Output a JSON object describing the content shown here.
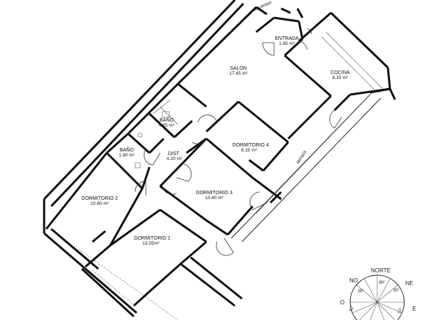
{
  "rooms": [
    {
      "id": "salon",
      "name": "SALÓN",
      "area": "17.45 m²"
    },
    {
      "id": "entrada",
      "name": "ENTRADA",
      "area": "1.65 m²"
    },
    {
      "id": "cocina",
      "name": "COCINA",
      "area": "8.15 m²"
    },
    {
      "id": "bano1",
      "name": "BAÑO",
      "area": "4.55 m²"
    },
    {
      "id": "dormitorio4",
      "name": "DORMITORIO 4",
      "area": "6.15 m²"
    },
    {
      "id": "bano2",
      "name": "BAÑO",
      "area": "1.90 m²"
    },
    {
      "id": "dist",
      "name": "DIST",
      "area": "4.20 m²"
    },
    {
      "id": "dormitorio2",
      "name": "DORMITORIO 2",
      "area": "10.60 m²"
    },
    {
      "id": "dormitorio3",
      "name": "DORMITORIO 3",
      "area": "10.40 m²"
    },
    {
      "id": "dormitorio1",
      "name": "DORMITORIO 1",
      "area": "13.55m²"
    }
  ],
  "labels": {
    "terraza": "terraza",
    "ascensor": "ascensor"
  },
  "compass": {
    "norte": "NORTE",
    "no": "NO",
    "ne": "NE",
    "o": "O",
    "e": "E",
    "ang_60": "60°",
    "ang_30a": "30°",
    "ang_30b": "30°",
    "ang_51a": "51°",
    "ang_51b": "51°"
  }
}
